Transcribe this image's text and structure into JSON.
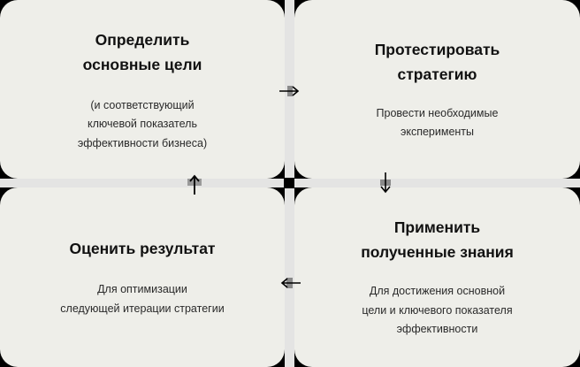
{
  "colors": {
    "card_bg": "#eeeee9",
    "strip": "#e4e4e3",
    "text": "#111111",
    "arrow": "#000000"
  },
  "steps": [
    {
      "position": "top-left",
      "title": "Определить\nосновные цели",
      "description": "(и соответствующий\nключевой показатель\nэффективности бизнеса)"
    },
    {
      "position": "top-right",
      "title": "Протестировать\nстратегию",
      "description": "Провести необходимые\nэксперименты"
    },
    {
      "position": "bottom-right",
      "title": "Применить\nполученные знания",
      "description": "Для достижения основной\nцели и ключевого показателя\nэффективности"
    },
    {
      "position": "bottom-left",
      "title": "Оценить результат",
      "description": "Для оптимизации\nследующей итерации стратегии"
    }
  ],
  "arrows": [
    {
      "from": "top-left",
      "to": "top-right",
      "direction": "right",
      "icon": "arrow-right-icon"
    },
    {
      "from": "top-right",
      "to": "bottom-right",
      "direction": "down",
      "icon": "arrow-down-icon"
    },
    {
      "from": "bottom-right",
      "to": "bottom-left",
      "direction": "left",
      "icon": "arrow-left-icon"
    },
    {
      "from": "bottom-left",
      "to": "top-left",
      "direction": "up",
      "icon": "arrow-up-icon"
    }
  ]
}
